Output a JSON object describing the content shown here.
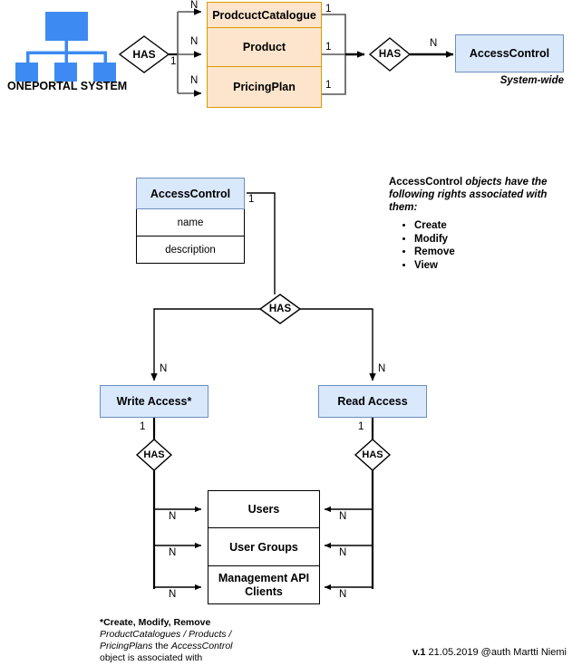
{
  "diagram": {
    "title": "OnePortal AccessControl ER Diagram",
    "colors": {
      "icon_blue": "#3d8bf2",
      "entity_blue_fill": "#dae8fc",
      "entity_blue_border": "#6c8ebf",
      "entity_orange_fill": "#fde5cd",
      "entity_orange_border": "#d79b00",
      "line": "#000000"
    }
  },
  "system_icon": {
    "name": "org-chart-icon",
    "label": "ONEPORTAL SYSTEM"
  },
  "top_row": {
    "has_left_label": "HAS",
    "has_right_label": "HAS",
    "left_one": "1",
    "entities": [
      {
        "label": "ProdcuctCatalogue",
        "left_card": "N",
        "right_card": "1"
      },
      {
        "label": "Product",
        "left_card": "N",
        "right_card": "1"
      },
      {
        "label": "PricingPlan",
        "left_card": "N",
        "right_card": "1"
      }
    ],
    "access_control": {
      "label": "AccessControl",
      "card": "N",
      "caption": "System-wide"
    }
  },
  "access_control_entity": {
    "title": "AccessControl",
    "card": "1",
    "attributes": [
      "name",
      "description"
    ]
  },
  "note": {
    "lead_bold": "AccessControl",
    "lead_rest": " objects have the following rights associated with them:",
    "rights": [
      "Create",
      "Modify",
      "Remove",
      "View"
    ]
  },
  "middle": {
    "has_label": "HAS",
    "branches": [
      {
        "label": "Write Access*",
        "card": "N",
        "has_label": "HAS",
        "one": "1"
      },
      {
        "label": "Read Access",
        "card": "N",
        "has_label": "HAS",
        "one": "1"
      }
    ]
  },
  "targets": {
    "rows": [
      {
        "label": "Users",
        "left_card": "N",
        "right_card": "N"
      },
      {
        "label": "User Groups",
        "left_card": "N",
        "right_card": "N"
      },
      {
        "label": "Management API Clients",
        "left_card": "N",
        "right_card": "N"
      }
    ]
  },
  "footnote": {
    "line1": "*Create, Modify, Remove",
    "line2": "ProductCatalogues / Products /",
    "line3_a": "PricingPlans",
    "line3_b": " the ",
    "line3_c": "AccessControl",
    "line4": "object is associated with"
  },
  "version": {
    "v": "v.1",
    "rest": " 21.05.2019 @auth Martti Niemi"
  }
}
